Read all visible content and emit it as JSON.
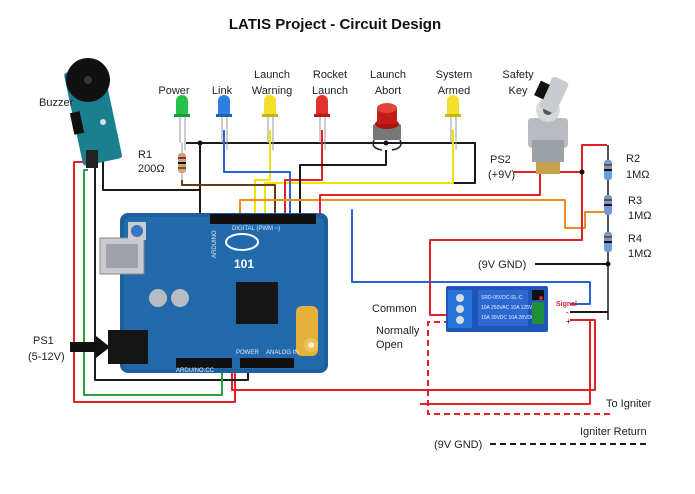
{
  "title": "LATIS Project - Circuit Design",
  "components": {
    "buzzer": "Buzzer",
    "led_power": "Power",
    "led_link": "Link",
    "led_launch_warning": [
      "Launch",
      "Warning"
    ],
    "led_rocket_launch": [
      "Rocket",
      "Launch"
    ],
    "launch_abort": [
      "Launch",
      "Abort"
    ],
    "led_system_armed": [
      "System",
      "Armed"
    ],
    "safety_key": [
      "Safety",
      "Key"
    ],
    "r1": [
      "R1",
      "200Ω"
    ],
    "r2": [
      "R2",
      "1MΩ"
    ],
    "r3": [
      "R3",
      "1MΩ"
    ],
    "r4": [
      "R4",
      "1MΩ"
    ],
    "ps2": [
      "PS2",
      "(+9V)"
    ],
    "ps1": [
      "PS1",
      "(5-12V)"
    ],
    "gnd_9v": "(9V GND)",
    "common": "Common",
    "normally_open": [
      "Normally",
      "Open"
    ],
    "to_igniter": "To Igniter",
    "igniter_return": "Igniter Return",
    "gnd_9v_bottom": "(9V GND)"
  },
  "board": {
    "model": "101",
    "brand": "ARDUINO",
    "digital_label": "DIGITAL (PWM ~)",
    "power_label": "POWER",
    "analog_label": "ANALOG IN",
    "footer": "ARDUINO.CC"
  },
  "relay": {
    "signal": "Signal",
    "minus": "-",
    "plus": "+",
    "text_top": "SRD-05VDC-SL-C",
    "text_mid": "10A 250VAC 10A 125VAC",
    "text_bot": "10A 30VDC 10A 28VDC"
  },
  "colors": {
    "red": "#e1202a",
    "black": "#1a1a1a",
    "yellow": "#f2e200",
    "blue": "#2a62d6",
    "orange": "#f08a1e",
    "green": "#2ea043",
    "board": "#1f5f9f",
    "relay": "#1d55b8"
  }
}
